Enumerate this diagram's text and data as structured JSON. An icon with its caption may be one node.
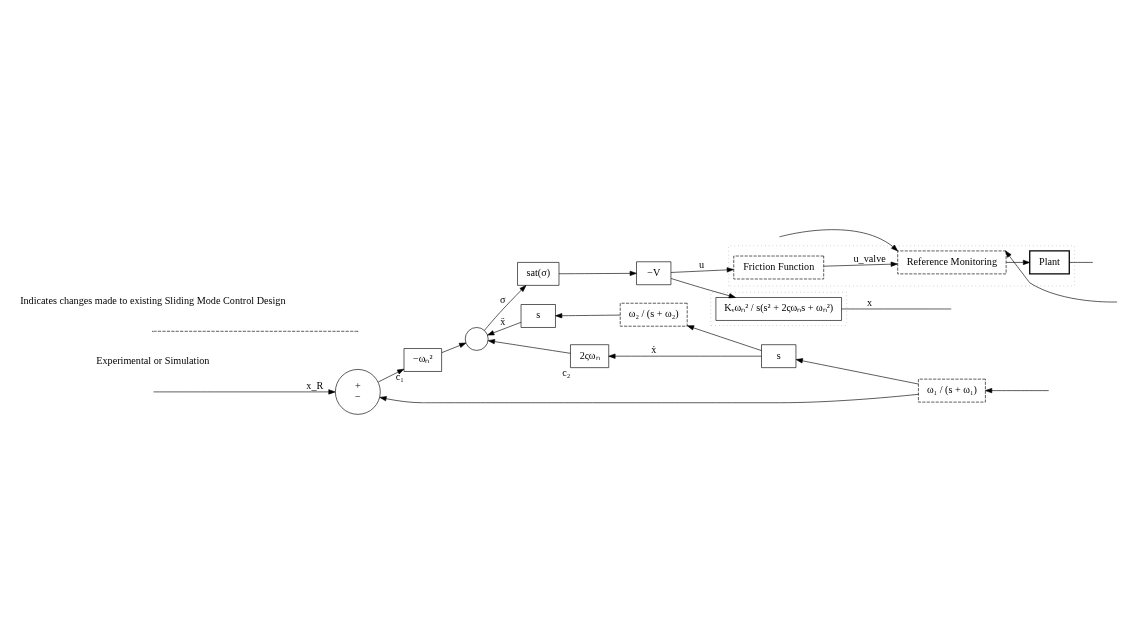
{
  "diagram": {
    "nodes": [
      {
        "text": [
          "+",
          "−"
        ]
      },
      {
        "text": [
          "−ωₙ²"
        ],
        "beside": [
          "c₁"
        ]
      },
      {
        "text": [],
        "shape": "circle"
      },
      {
        "text": [
          "sat(σ)"
        ]
      },
      {
        "text": [
          "−V"
        ]
      },
      {
        "text": [],
        "shape": "box"
      },
      {
        "text": [
          "Friction Function"
        ],
        "in": 5
      },
      {
        "text": [
          "Reference Monitoring"
        ],
        "in": 5
      },
      {
        "text": [
          "Plant"
        ],
        "in": 5
      },
      {
        "text": [],
        "shape": "box"
      },
      {
        "text": [
          "Kᵥωₙ² / s(s² + 2ςωₙs + ωₙ²)"
        ],
        "in": 9
      },
      {
        "text": [
          "ω₁ / (s + ω₁)"
        ]
      },
      {
        "text": [
          "s"
        ]
      },
      {
        "text": [
          "2ςωₙ"
        ],
        "beside": [
          "c₂"
        ]
      },
      {
        "text": [
          "ω₂ / (s + ω₂)"
        ]
      },
      {
        "text": [
          "s"
        ]
      }
    ],
    "edges": [
      {
        "from": null,
        "to": 0,
        "arrow": "to",
        "label": "x_R"
      },
      {
        "from": null,
        "to": 7,
        "arrow": "to"
      },
      {
        "from": 0,
        "to": 1,
        "arrow": "to"
      },
      {
        "from": 1,
        "to": 2,
        "arrow": "to"
      },
      {
        "from": 2,
        "to": 3,
        "arrow": "to",
        "label": "σ"
      },
      {
        "from": 3,
        "to": 4,
        "arrow": "to"
      },
      {
        "from": 4,
        "to": 6,
        "arrow": "to",
        "label": "u"
      },
      {
        "from": 4,
        "to": 10,
        "arrow": "to"
      },
      {
        "from": 6,
        "to": 7,
        "arrow": "to",
        "label": "u_valve"
      },
      {
        "from": 7,
        "to": 8,
        "arrow": "to"
      },
      {
        "from": 8,
        "to": null,
        "arrow": "none"
      },
      {
        "from": null,
        "to": 7,
        "arrow": "to"
      },
      {
        "from": 10,
        "to": null,
        "arrow": "none",
        "label": "x"
      },
      {
        "from": null,
        "to": 11,
        "arrow": "to"
      },
      {
        "from": 11,
        "to": 12,
        "arrow": "to"
      },
      {
        "from": 11,
        "to": 0,
        "arrow": "to"
      },
      {
        "from": 12,
        "to": 13,
        "arrow": "to",
        "label": "ẋ"
      },
      {
        "from": 12,
        "to": 14,
        "arrow": "to"
      },
      {
        "from": 13,
        "to": 2,
        "arrow": "to"
      },
      {
        "from": 14,
        "to": 15,
        "arrow": "to"
      },
      {
        "from": 15,
        "to": 2,
        "arrow": "to",
        "label": "ẍ"
      }
    ],
    "labels": [
      "Experimental or Simulation"
    ],
    "legend": [
      {
        "text": "Indicates changes made to existing Sliding Mode Control Design"
      }
    ]
  }
}
